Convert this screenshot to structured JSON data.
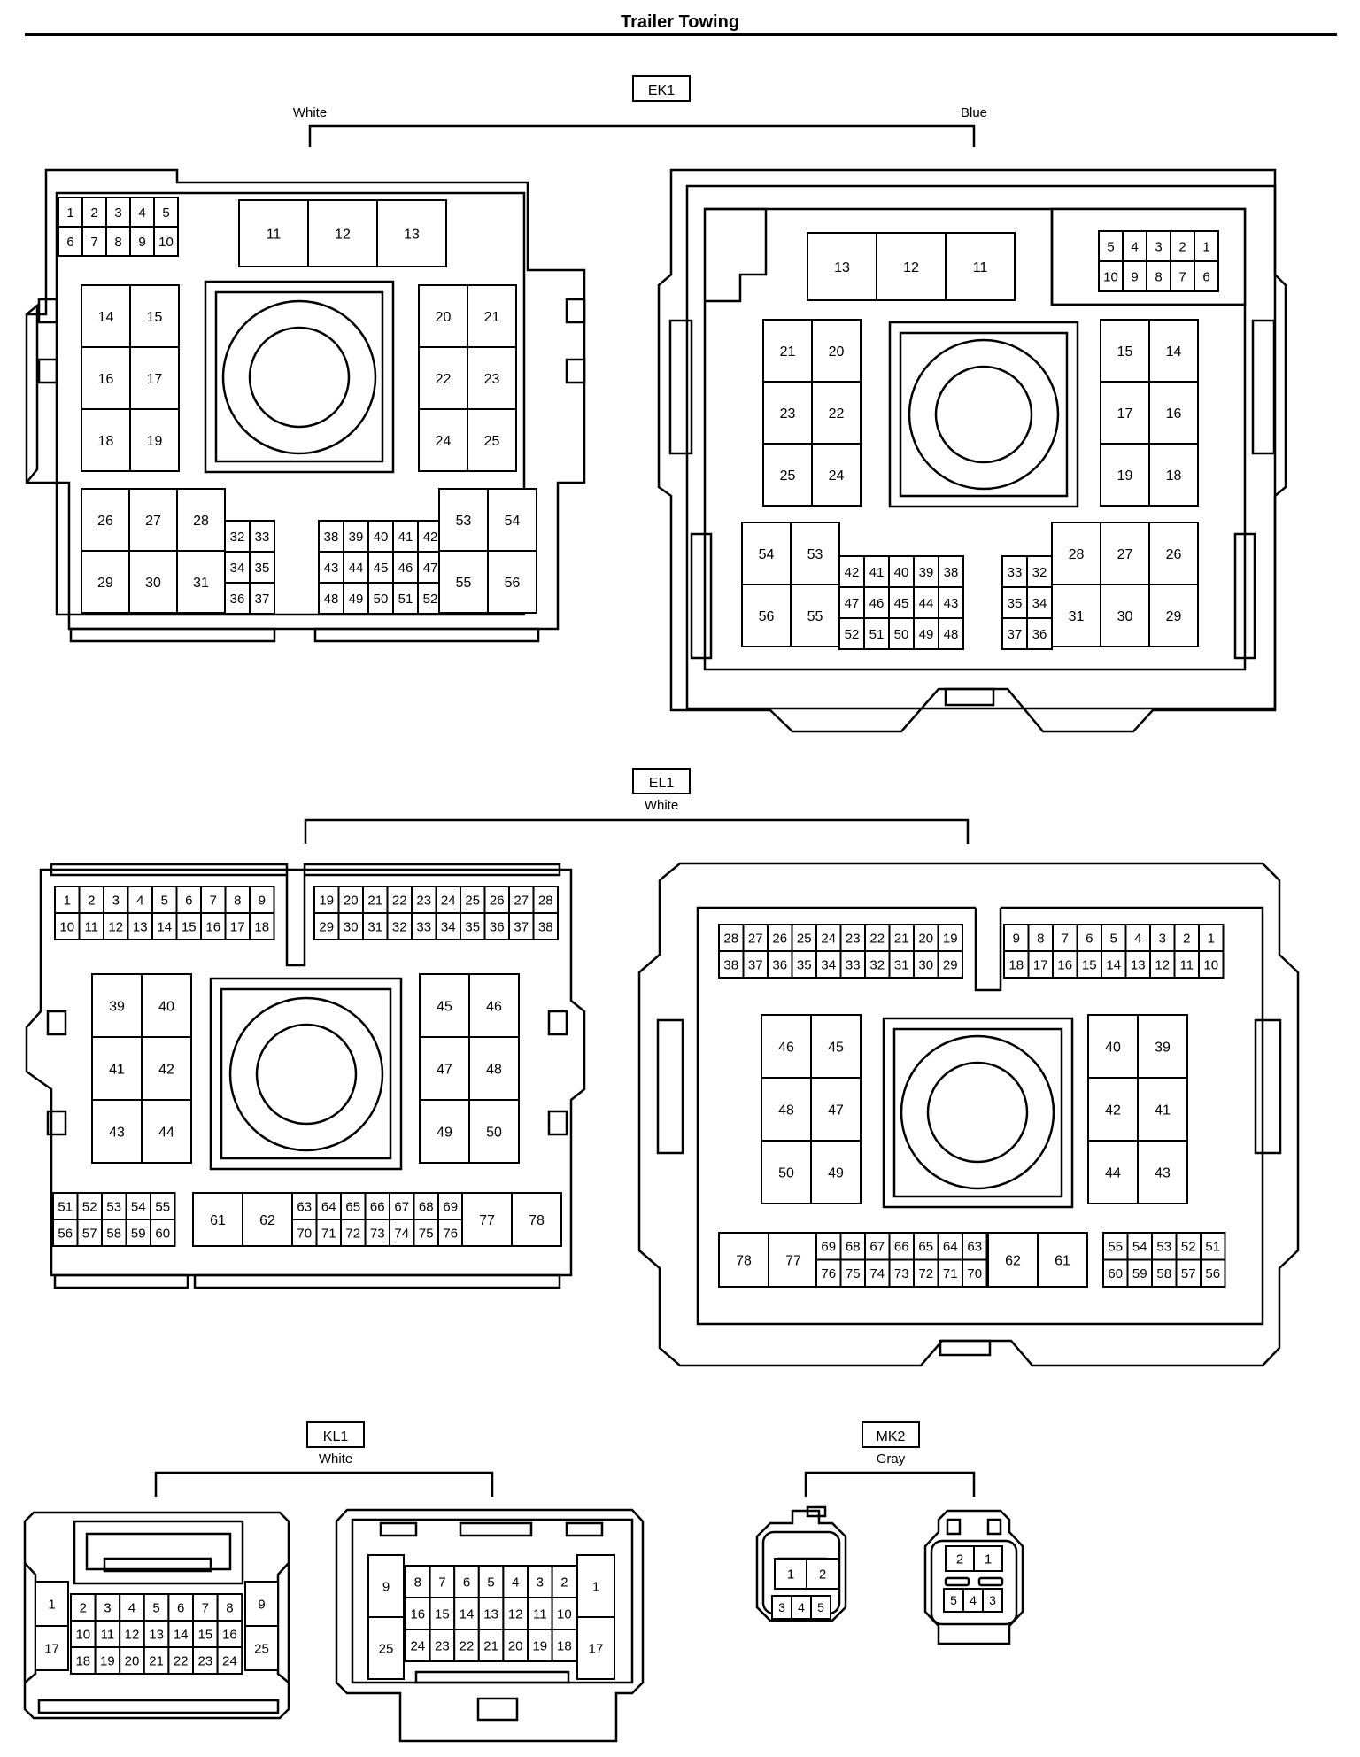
{
  "page_title": "Trailer Towing",
  "connectors": {
    "ek1": {
      "tag": "EK1",
      "left_color": "White",
      "right_color": "Blue",
      "left": {
        "row_small_top": [
          "1",
          "2",
          "3",
          "4",
          "5"
        ],
        "row_small_bottom": [
          "6",
          "7",
          "8",
          "9",
          "10"
        ],
        "top_big": [
          "11",
          "12",
          "13"
        ],
        "left_grid": [
          "14",
          "15",
          "16",
          "17",
          "18",
          "19"
        ],
        "right_grid": [
          "20",
          "21",
          "22",
          "23",
          "24",
          "25"
        ],
        "bottom_big_top": [
          "26",
          "27",
          "28"
        ],
        "bottom_big_bottom": [
          "29",
          "30",
          "31"
        ],
        "small_a": [
          "32",
          "33",
          "34",
          "35",
          "36",
          "37"
        ],
        "mid_top": [
          "38",
          "39",
          "40",
          "41",
          "42"
        ],
        "mid_mid": [
          "43",
          "44",
          "45",
          "46",
          "47"
        ],
        "mid_bot": [
          "48",
          "49",
          "50",
          "51",
          "52"
        ],
        "right_big": [
          "53",
          "54",
          "55",
          "56"
        ]
      },
      "right": {
        "row_small_top": [
          "5",
          "4",
          "3",
          "2",
          "1"
        ],
        "row_small_bottom": [
          "10",
          "9",
          "8",
          "7",
          "6"
        ],
        "top_big": [
          "13",
          "12",
          "11"
        ],
        "left_grid": [
          "21",
          "20",
          "23",
          "22",
          "25",
          "24"
        ],
        "right_grid": [
          "15",
          "14",
          "17",
          "16",
          "19",
          "18"
        ],
        "left_big": [
          "54",
          "53",
          "56",
          "55"
        ],
        "mid_top": [
          "42",
          "41",
          "40",
          "39",
          "38"
        ],
        "mid_mid": [
          "47",
          "46",
          "45",
          "44",
          "43"
        ],
        "mid_bot": [
          "52",
          "51",
          "50",
          "49",
          "48"
        ],
        "small_a": [
          "33",
          "32",
          "35",
          "34",
          "37",
          "36"
        ],
        "bottom_big_top": [
          "28",
          "27",
          "26"
        ],
        "bottom_big_bottom": [
          "31",
          "30",
          "29"
        ]
      }
    },
    "el1": {
      "tag": "EL1",
      "color": "White",
      "left": {
        "top_a1": [
          "1",
          "2",
          "3",
          "4",
          "5",
          "6",
          "7",
          "8",
          "9"
        ],
        "top_a2": [
          "10",
          "11",
          "12",
          "13",
          "14",
          "15",
          "16",
          "17",
          "18"
        ],
        "top_b1": [
          "19",
          "20",
          "21",
          "22",
          "23",
          "24",
          "25",
          "26",
          "27",
          "28"
        ],
        "top_b2": [
          "29",
          "30",
          "31",
          "32",
          "33",
          "34",
          "35",
          "36",
          "37",
          "38"
        ],
        "left_grid": [
          "39",
          "40",
          "41",
          "42",
          "43",
          "44"
        ],
        "right_grid": [
          "45",
          "46",
          "47",
          "48",
          "49",
          "50"
        ],
        "bot_a1": [
          "51",
          "52",
          "53",
          "54",
          "55"
        ],
        "bot_a2": [
          "56",
          "57",
          "58",
          "59",
          "60"
        ],
        "bot_big_l": [
          "61",
          "62"
        ],
        "bot_b1": [
          "63",
          "64",
          "65",
          "66",
          "67",
          "68",
          "69"
        ],
        "bot_b2": [
          "70",
          "71",
          "72",
          "73",
          "74",
          "75",
          "76"
        ],
        "bot_big_r": [
          "77",
          "78"
        ]
      },
      "right": {
        "top_a1": [
          "28",
          "27",
          "26",
          "25",
          "24",
          "23",
          "22",
          "21",
          "20",
          "19"
        ],
        "top_a2": [
          "38",
          "37",
          "36",
          "35",
          "34",
          "33",
          "32",
          "31",
          "30",
          "29"
        ],
        "top_b1": [
          "9",
          "8",
          "7",
          "6",
          "5",
          "4",
          "3",
          "2",
          "1"
        ],
        "top_b2": [
          "18",
          "17",
          "16",
          "15",
          "14",
          "13",
          "12",
          "11",
          "10"
        ],
        "left_grid": [
          "46",
          "45",
          "48",
          "47",
          "50",
          "49"
        ],
        "right_grid": [
          "40",
          "39",
          "42",
          "41",
          "44",
          "43"
        ],
        "bot_big_l": [
          "78",
          "77"
        ],
        "bot_b1": [
          "69",
          "68",
          "67",
          "66",
          "65",
          "64",
          "63"
        ],
        "bot_b2": [
          "76",
          "75",
          "74",
          "73",
          "72",
          "71",
          "70"
        ],
        "bot_big_r": [
          "62",
          "61"
        ],
        "bot_a1": [
          "55",
          "54",
          "53",
          "52",
          "51"
        ],
        "bot_a2": [
          "60",
          "59",
          "58",
          "57",
          "56"
        ]
      }
    },
    "kl1": {
      "tag": "KL1",
      "color": "White",
      "left": {
        "side_l": [
          "1",
          "17"
        ],
        "row1": [
          "2",
          "3",
          "4",
          "5",
          "6",
          "7",
          "8"
        ],
        "row2": [
          "10",
          "11",
          "12",
          "13",
          "14",
          "15",
          "16"
        ],
        "row3": [
          "18",
          "19",
          "20",
          "21",
          "22",
          "23",
          "24"
        ],
        "side_r": [
          "9",
          "25"
        ]
      },
      "right": {
        "side_l": [
          "9",
          "25"
        ],
        "row1": [
          "8",
          "7",
          "6",
          "5",
          "4",
          "3",
          "2"
        ],
        "row2": [
          "16",
          "15",
          "14",
          "13",
          "12",
          "11",
          "10"
        ],
        "row3": [
          "24",
          "23",
          "22",
          "21",
          "20",
          "19",
          "18"
        ],
        "side_r": [
          "1",
          "17"
        ]
      }
    },
    "mk2": {
      "tag": "MK2",
      "color": "Gray",
      "left": {
        "top": [
          "1",
          "2"
        ],
        "bottom": [
          "3",
          "4",
          "5"
        ]
      },
      "right": {
        "top": [
          "2",
          "1"
        ],
        "bottom": [
          "5",
          "4",
          "3"
        ]
      }
    }
  }
}
